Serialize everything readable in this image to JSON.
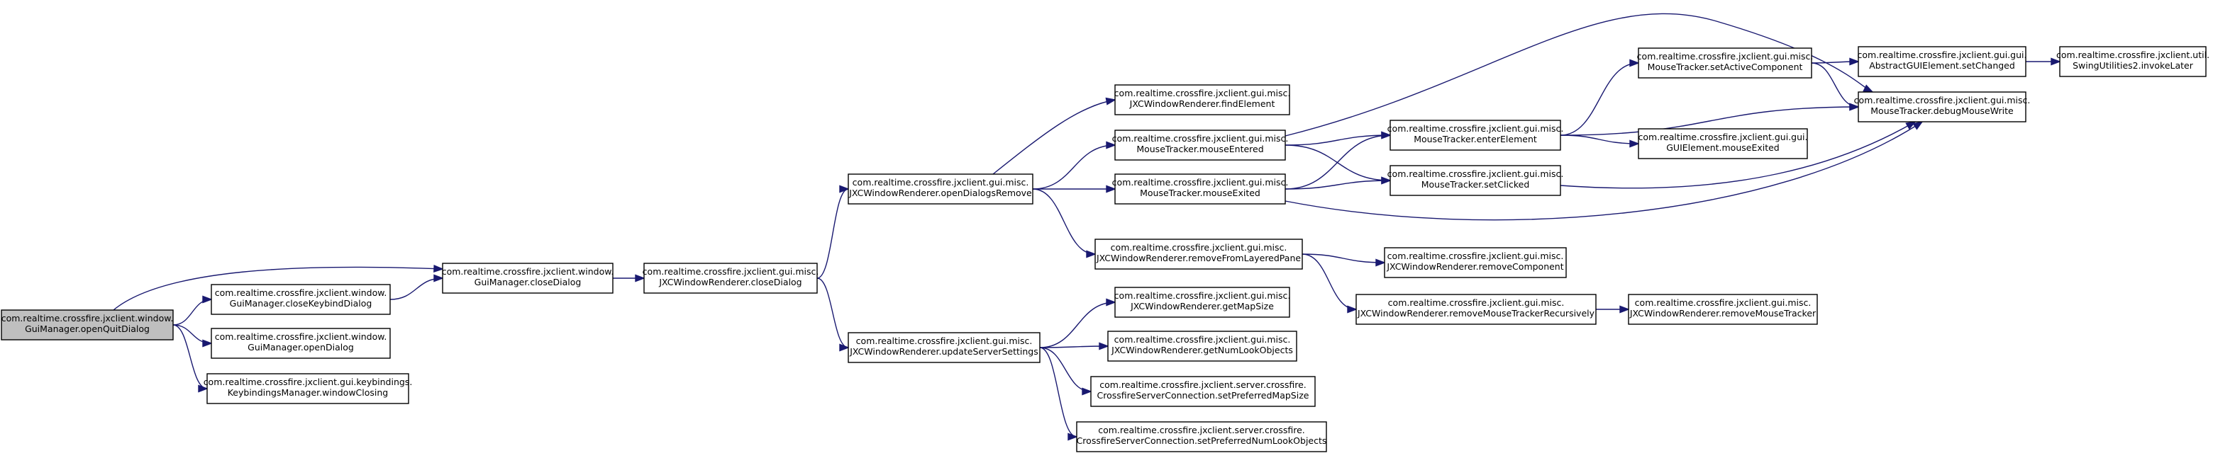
{
  "diagram": {
    "type": "call-graph",
    "colors": {
      "node_fill": "#ffffff",
      "root_fill": "#bfbfbf",
      "node_border": "#000000",
      "edge": "#191970"
    },
    "nodes": [
      {
        "id": "openQuitDialog",
        "root": true,
        "lines": [
          "com.realtime.crossfire.jxclient.window.",
          "GuiManager.openQuitDialog"
        ]
      },
      {
        "id": "closeKeybindDialog",
        "lines": [
          "com.realtime.crossfire.jxclient.window.",
          "GuiManager.closeKeybindDialog"
        ]
      },
      {
        "id": "openDialog",
        "lines": [
          "com.realtime.crossfire.jxclient.window.",
          "GuiManager.openDialog"
        ]
      },
      {
        "id": "windowClosing",
        "lines": [
          "com.realtime.crossfire.jxclient.gui.keybindings.",
          "KeybindingsManager.windowClosing"
        ]
      },
      {
        "id": "guiCloseDialog",
        "lines": [
          "com.realtime.crossfire.jxclient.window.",
          "GuiManager.closeDialog"
        ]
      },
      {
        "id": "jxcCloseDialog",
        "lines": [
          "com.realtime.crossfire.jxclient.gui.misc.",
          "JXCWindowRenderer.closeDialog"
        ]
      },
      {
        "id": "openDialogsRemove",
        "lines": [
          "com.realtime.crossfire.jxclient.gui.misc.",
          "JXCWindowRenderer.openDialogsRemove"
        ]
      },
      {
        "id": "updateServerSettings",
        "lines": [
          "com.realtime.crossfire.jxclient.gui.misc.",
          "JXCWindowRenderer.updateServerSettings"
        ]
      },
      {
        "id": "findElement",
        "lines": [
          "com.realtime.crossfire.jxclient.gui.misc.",
          "JXCWindowRenderer.findElement"
        ]
      },
      {
        "id": "mouseEntered",
        "lines": [
          "com.realtime.crossfire.jxclient.gui.misc.",
          "MouseTracker.mouseEntered"
        ]
      },
      {
        "id": "mouseExited",
        "lines": [
          "com.realtime.crossfire.jxclient.gui.misc.",
          "MouseTracker.mouseExited"
        ]
      },
      {
        "id": "removeFromLayeredPane",
        "lines": [
          "com.realtime.crossfire.jxclient.gui.misc.",
          "JXCWindowRenderer.removeFromLayeredPane"
        ]
      },
      {
        "id": "getMapSize",
        "lines": [
          "com.realtime.crossfire.jxclient.gui.misc.",
          "JXCWindowRenderer.getMapSize"
        ]
      },
      {
        "id": "getNumLookObjects",
        "lines": [
          "com.realtime.crossfire.jxclient.gui.misc.",
          "JXCWindowRenderer.getNumLookObjects"
        ]
      },
      {
        "id": "setPreferredMapSize",
        "lines": [
          "com.realtime.crossfire.jxclient.server.crossfire.",
          "CrossfireServerConnection.setPreferredMapSize"
        ]
      },
      {
        "id": "setPreferredNumLookObjects",
        "lines": [
          "com.realtime.crossfire.jxclient.server.crossfire.",
          "CrossfireServerConnection.setPreferredNumLookObjects"
        ]
      },
      {
        "id": "enterElement",
        "lines": [
          "com.realtime.crossfire.jxclient.gui.misc.",
          "MouseTracker.enterElement"
        ]
      },
      {
        "id": "setClicked",
        "lines": [
          "com.realtime.crossfire.jxclient.gui.misc.",
          "MouseTracker.setClicked"
        ]
      },
      {
        "id": "removeComponent",
        "lines": [
          "com.realtime.crossfire.jxclient.gui.misc.",
          "JXCWindowRenderer.removeComponent"
        ]
      },
      {
        "id": "removeMouseTrackerRecursively",
        "lines": [
          "com.realtime.crossfire.jxclient.gui.misc.",
          "JXCWindowRenderer.removeMouseTrackerRecursively"
        ]
      },
      {
        "id": "setActiveComponent",
        "lines": [
          "com.realtime.crossfire.jxclient.gui.misc.",
          "MouseTracker.setActiveComponent"
        ]
      },
      {
        "id": "mouseExitedGui",
        "lines": [
          "com.realtime.crossfire.jxclient.gui.gui.",
          "GUIElement.mouseExited"
        ]
      },
      {
        "id": "removeMouseTracker",
        "lines": [
          "com.realtime.crossfire.jxclient.gui.misc.",
          "JXCWindowRenderer.removeMouseTracker"
        ]
      },
      {
        "id": "setChanged",
        "lines": [
          "com.realtime.crossfire.jxclient.gui.gui.",
          "AbstractGUIElement.setChanged"
        ]
      },
      {
        "id": "debugMouseWrite",
        "lines": [
          "com.realtime.crossfire.jxclient.gui.misc.",
          "MouseTracker.debugMouseWrite"
        ]
      },
      {
        "id": "invokeLater",
        "lines": [
          "com.realtime.crossfire.jxclient.util.",
          "SwingUtilities2.invokeLater"
        ]
      }
    ],
    "edges": [
      {
        "from": "openQuitDialog",
        "to": "closeKeybindDialog"
      },
      {
        "from": "openQuitDialog",
        "to": "guiCloseDialog"
      },
      {
        "from": "openQuitDialog",
        "to": "openDialog"
      },
      {
        "from": "openQuitDialog",
        "to": "windowClosing"
      },
      {
        "from": "closeKeybindDialog",
        "to": "guiCloseDialog"
      },
      {
        "from": "guiCloseDialog",
        "to": "jxcCloseDialog"
      },
      {
        "from": "jxcCloseDialog",
        "to": "openDialogsRemove"
      },
      {
        "from": "jxcCloseDialog",
        "to": "updateServerSettings"
      },
      {
        "from": "openDialogsRemove",
        "to": "findElement"
      },
      {
        "from": "openDialogsRemove",
        "to": "mouseEntered"
      },
      {
        "from": "openDialogsRemove",
        "to": "mouseExited"
      },
      {
        "from": "openDialogsRemove",
        "to": "removeFromLayeredPane"
      },
      {
        "from": "updateServerSettings",
        "to": "getMapSize"
      },
      {
        "from": "updateServerSettings",
        "to": "getNumLookObjects"
      },
      {
        "from": "updateServerSettings",
        "to": "setPreferredMapSize"
      },
      {
        "from": "updateServerSettings",
        "to": "setPreferredNumLookObjects"
      },
      {
        "from": "mouseEntered",
        "to": "debugMouseWrite"
      },
      {
        "from": "mouseEntered",
        "to": "enterElement"
      },
      {
        "from": "mouseEntered",
        "to": "setClicked"
      },
      {
        "from": "mouseExited",
        "to": "enterElement"
      },
      {
        "from": "mouseExited",
        "to": "setClicked"
      },
      {
        "from": "mouseExited",
        "to": "debugMouseWrite"
      },
      {
        "from": "removeFromLayeredPane",
        "to": "removeComponent"
      },
      {
        "from": "removeFromLayeredPane",
        "to": "removeMouseTrackerRecursively"
      },
      {
        "from": "enterElement",
        "to": "setActiveComponent"
      },
      {
        "from": "enterElement",
        "to": "debugMouseWrite"
      },
      {
        "from": "enterElement",
        "to": "mouseExitedGui"
      },
      {
        "from": "setClicked",
        "to": "debugMouseWrite"
      },
      {
        "from": "removeMouseTrackerRecursively",
        "to": "removeMouseTracker"
      },
      {
        "from": "setActiveComponent",
        "to": "setChanged"
      },
      {
        "from": "setActiveComponent",
        "to": "debugMouseWrite"
      },
      {
        "from": "setChanged",
        "to": "invokeLater"
      }
    ]
  }
}
